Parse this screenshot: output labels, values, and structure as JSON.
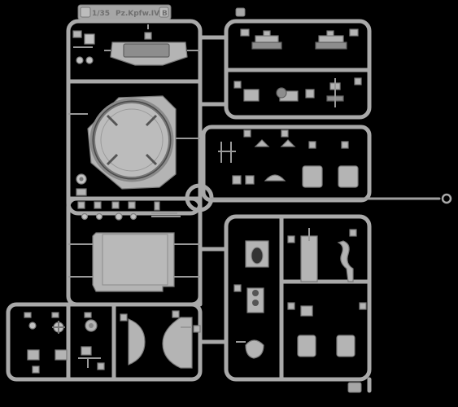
{
  "sprue": {
    "scale_label": "1/35",
    "model_label": "Pz.Kpfw.IV",
    "frame_letter": "B",
    "colors": {
      "background": "#000000",
      "plastic": "#b4b4b4",
      "plastic_shadow": "#7a7a7a"
    }
  }
}
